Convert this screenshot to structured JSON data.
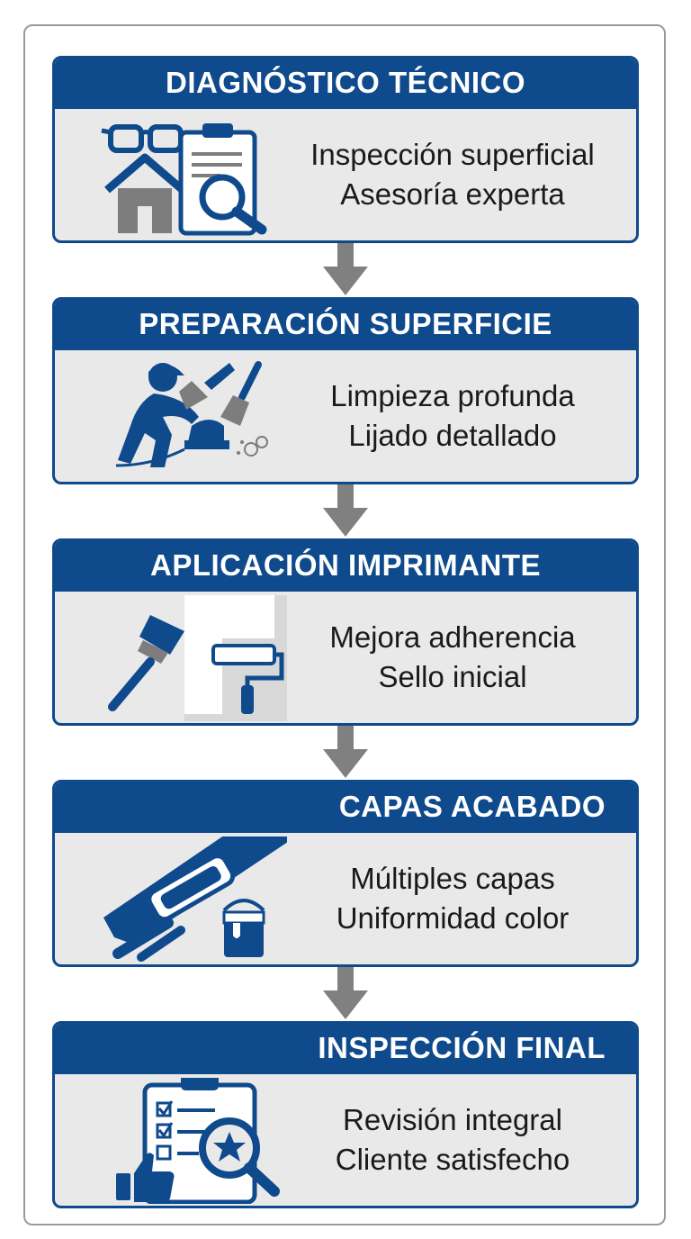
{
  "steps": [
    {
      "title": "DIAGNÓSTICO TÉCNICO",
      "lines": [
        "Inspección superficial",
        "Asesoría experta"
      ],
      "icon": "glasses-house-clipboard-magnifier-icon"
    },
    {
      "title": "PREPARACIÓN SUPERFICIE",
      "lines": [
        "Limpieza profunda",
        "Lijado detallado"
      ],
      "icon": "worker-sander-icon"
    },
    {
      "title": "APLICACIÓN IMPRIMANTE",
      "lines": [
        "Mejora adherencia",
        "Sello inicial"
      ],
      "icon": "brush-roller-icon"
    },
    {
      "title": "CAPAS ACABADO",
      "lines": [
        "Múltiples capas",
        "Uniformidad color"
      ],
      "icon": "paint-roller-bucket-icon"
    },
    {
      "title": "INSPECCIÓN FINAL",
      "lines": [
        "Revisión integral",
        "Cliente satisfecho"
      ],
      "icon": "checklist-thumbs-up-magnifier-icon"
    }
  ],
  "colors": {
    "header": "#0f4a8c",
    "panel": "#e9e9ea",
    "arrow": "#808080",
    "icon_gray": "#7d7d7d"
  }
}
